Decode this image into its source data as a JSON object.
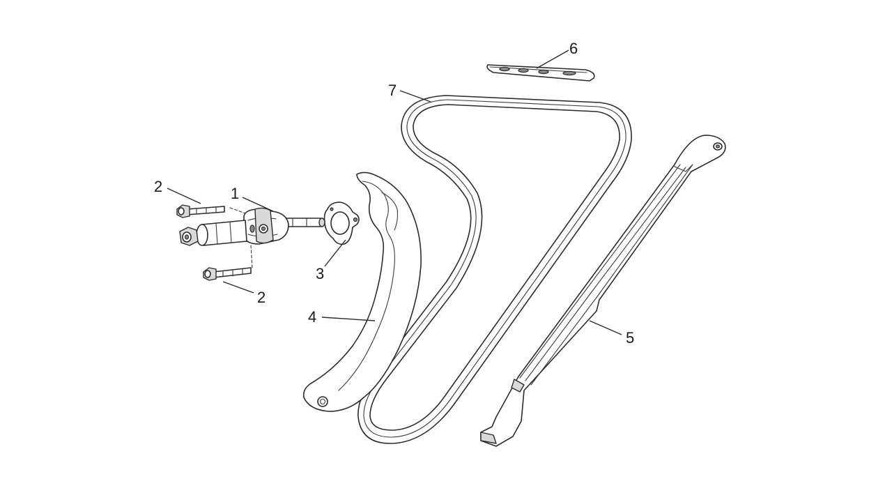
{
  "callouts": [
    {
      "id": "c1",
      "text": "1"
    },
    {
      "id": "c2a",
      "text": "2"
    },
    {
      "id": "c2b",
      "text": "2"
    },
    {
      "id": "c3",
      "text": "3"
    },
    {
      "id": "c4",
      "text": "4"
    },
    {
      "id": "c5",
      "text": "5"
    },
    {
      "id": "c6",
      "text": "6"
    },
    {
      "id": "c7",
      "text": "7"
    }
  ],
  "colors": {
    "line": "#2b2b2b",
    "background": "#ffffff"
  }
}
